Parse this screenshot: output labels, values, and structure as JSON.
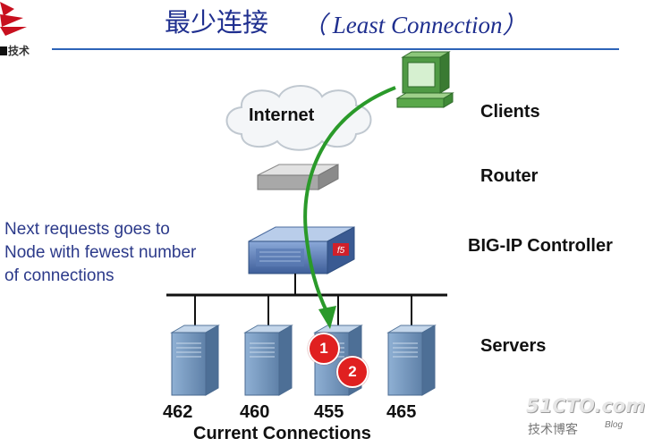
{
  "header": {
    "title_cn": "最少连接",
    "title_en": "（ Least Connection）",
    "brand_fragment": "技术"
  },
  "layers": {
    "clients": "Clients",
    "router": "Router",
    "controller": "BIG-IP Controller",
    "servers": "Servers"
  },
  "internet_label": "Internet",
  "note_lines": [
    "Next requests goes to",
    "Node with fewest number",
    "of connections"
  ],
  "servers": [
    {
      "connections": "462"
    },
    {
      "connections": "460"
    },
    {
      "connections": "455"
    },
    {
      "connections": "465"
    }
  ],
  "connections_title": "Current Connections",
  "request_badges": [
    "1",
    "2"
  ],
  "watermark": {
    "site": "51CTO.com",
    "sub": "技术博客",
    "blog": "Blog"
  },
  "colors": {
    "title": "#1f2f8f",
    "note": "#2c3a8a",
    "arrow": "#2a9a2a",
    "badge": "#e02020",
    "server": "#6f8fb3"
  },
  "icons": [
    "logo-mark",
    "cloud-icon",
    "router-icon",
    "controller-icon",
    "server-icon",
    "client-pc-icon"
  ]
}
